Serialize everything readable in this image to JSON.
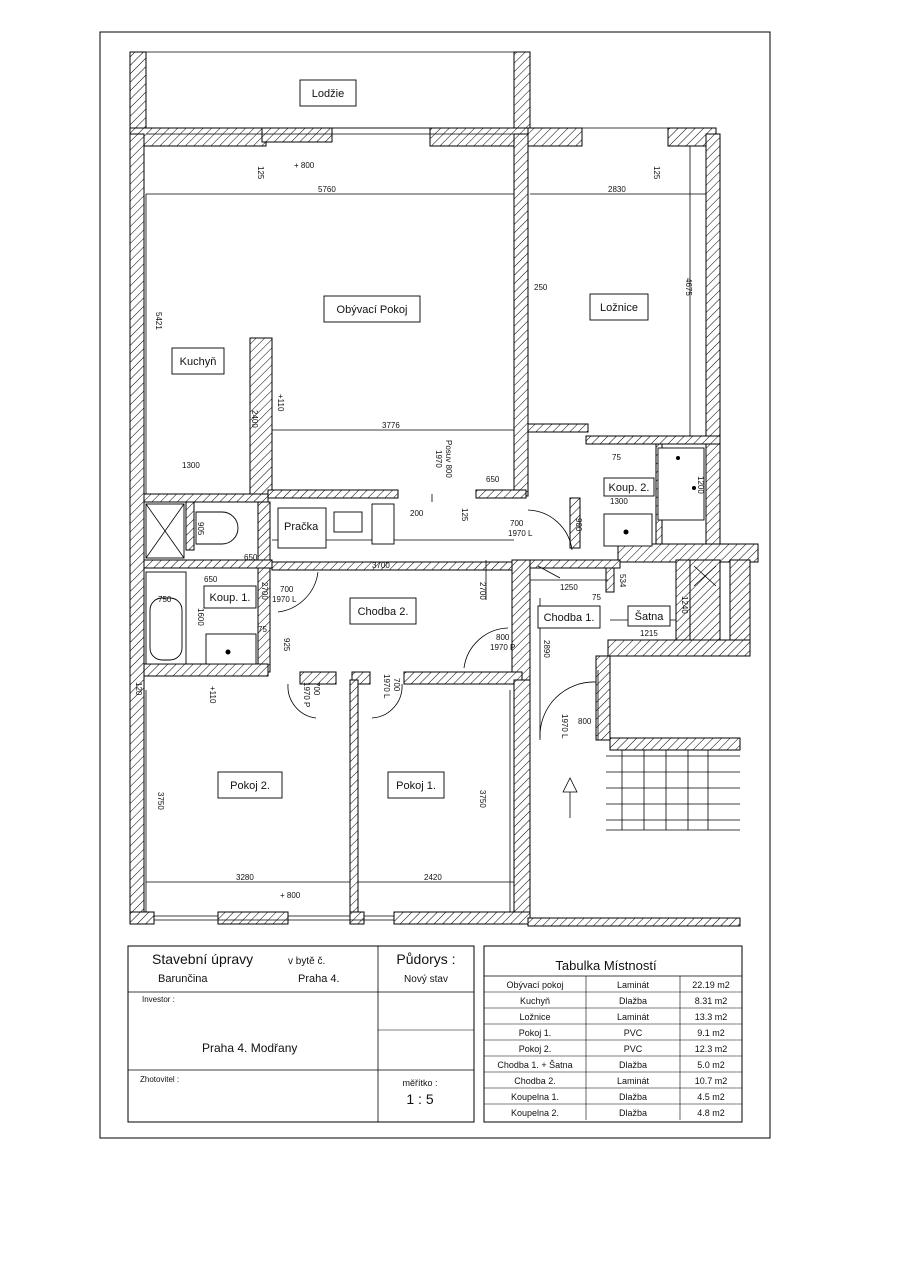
{
  "rooms": {
    "lodzie": "Lodžie",
    "obyvaci": "Obývací Pokoj",
    "loznice": "Ložnice",
    "kuchyn": "Kuchyň",
    "koup2": "Koup. 2.",
    "koup1": "Koup. 1.",
    "pracka": "Pračka",
    "chodba2": "Chodba 2.",
    "chodba1": "Chodba 1.",
    "satna": "Šatna",
    "pokoj2": "Pokoj 2.",
    "pokoj1": "Pokoj 1."
  },
  "dims": {
    "d125a": "125",
    "d800a": "+ 800",
    "d125b": "125",
    "d5760": "5760",
    "d2830": "2830",
    "d250": "250",
    "d5421": "5421",
    "d4675": "4675",
    "d110a": "+110",
    "d2400": "2400",
    "d3776": "3776",
    "d1300a": "1300",
    "posuv": "Posuv 800",
    "d1970a": "1970",
    "d650a": "650",
    "d75a": "75",
    "d1300b": "1300",
    "d1200": "1200",
    "d125c": "125",
    "d200": "200",
    "d700a": "700",
    "d1970L": "1970 L",
    "d900": "900",
    "d905": "905",
    "d650b": "650",
    "d3700": "3700",
    "d1250": "1250",
    "d534": "534",
    "d75b": "75",
    "d1240": "1240",
    "d650c": "650",
    "d750": "750",
    "d1600": "1600",
    "d2700a": "2700",
    "d700b": "700",
    "d1970Lb": "1970 L",
    "d75c": "75",
    "d925": "925",
    "d2700b": "2700",
    "d1215": "1215",
    "d800b": "800",
    "d1970P": "1970 P",
    "d2890": "2890",
    "d700P": "700",
    "d1970Pv": "1970 P",
    "d1970Lv": "1970 L",
    "d700L": "700",
    "d110b": "+110",
    "d120": "120",
    "d1970Lv2": "1970 L",
    "d800c": "800",
    "d3750a": "3750",
    "d3750b": "3750",
    "d3280": "3280",
    "d2420": "2420",
    "d800d": "+ 800"
  },
  "title_block": {
    "title_main": "Stavební úpravy",
    "title_suffix": "v bytě č.",
    "street": "Barunčina",
    "city": "Praha 4.",
    "investor_label": "Investor :",
    "investor_address": "Praha 4. Modřany",
    "contractor_label": "Zhotovitel :",
    "plan_label": "Půdorys :",
    "plan_state": "Nový  stav",
    "scale_label": "měřítko :",
    "scale_value": "1 : 5"
  },
  "room_table": {
    "title": "Tabulka  Místností",
    "rows": [
      {
        "room": "Obývací  pokoj",
        "floor": "Laminát",
        "area": "22.19 m2"
      },
      {
        "room": "Kuchyň",
        "floor": "Dlažba",
        "area": "8.31 m2"
      },
      {
        "room": "Ložnice",
        "floor": "Laminát",
        "area": "13.3 m2"
      },
      {
        "room": "Pokoj  1.",
        "floor": "PVC",
        "area": "9.1 m2"
      },
      {
        "room": "Pokoj  2.",
        "floor": "PVC",
        "area": "12.3 m2"
      },
      {
        "room": "Chodba 1. + Šatna",
        "floor": "Dlažba",
        "area": "5.0   m2"
      },
      {
        "room": "Chodba 2.",
        "floor": "Laminát",
        "area": "10.7 m2"
      },
      {
        "room": "Koupelna  1.",
        "floor": "Dlažba",
        "area": "4.5 m2"
      },
      {
        "room": "Koupelna  2.",
        "floor": "Dlažba",
        "area": "4.8 m2"
      }
    ]
  }
}
